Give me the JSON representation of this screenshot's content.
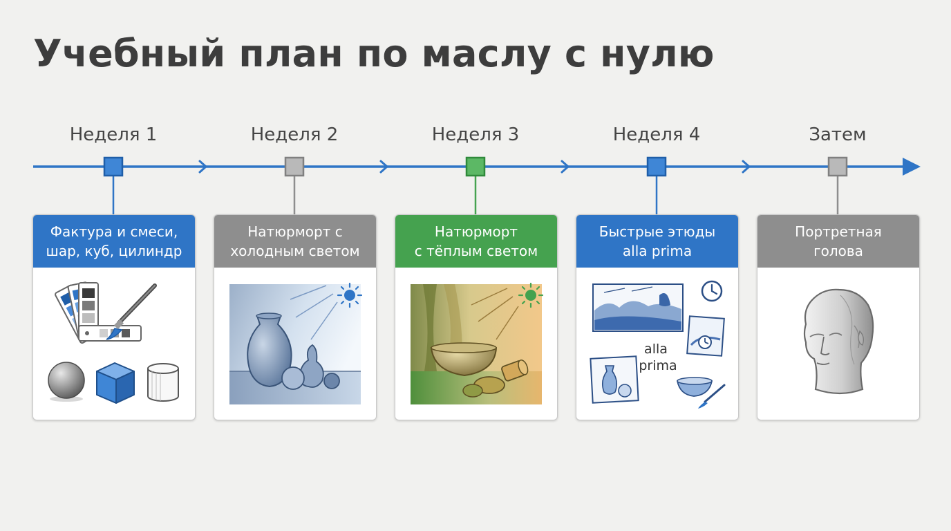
{
  "title": "Учебный план по маслу с нулю",
  "colors": {
    "blue": "#2f75c6",
    "gray": "#8e8e8e",
    "green": "#45a24f",
    "line": "#2f75c6"
  },
  "steps": [
    {
      "label": "Неделя 1",
      "card_text": "Фактура и смеси,\nшар, куб, цилиндр",
      "color": "blue",
      "icons": [
        "palette-swatch-icon",
        "paintbrush-icon",
        "sphere-icon",
        "cube-icon",
        "cylinder-icon"
      ]
    },
    {
      "label": "Неделя 2",
      "card_text": "Натюрморт с\nхолодным светом",
      "color": "gray",
      "icons": [
        "cool-still-life-image",
        "blue-sun-icon"
      ]
    },
    {
      "label": "Неделя 3",
      "card_text": "Натюрморт\nс тёплым светом",
      "color": "green",
      "icons": [
        "warm-still-life-image",
        "green-sun-icon"
      ]
    },
    {
      "label": "Неделя 4",
      "card_text": "Быстрые этюды\nalla prima",
      "color": "blue",
      "icons": [
        "sketch-collage-image",
        "clock-icon"
      ],
      "art_text": [
        "alla",
        "prima"
      ]
    },
    {
      "label": "Затем",
      "card_text": "Портретная\nголова",
      "color": "gray",
      "icons": [
        "portrait-head-image"
      ]
    }
  ]
}
